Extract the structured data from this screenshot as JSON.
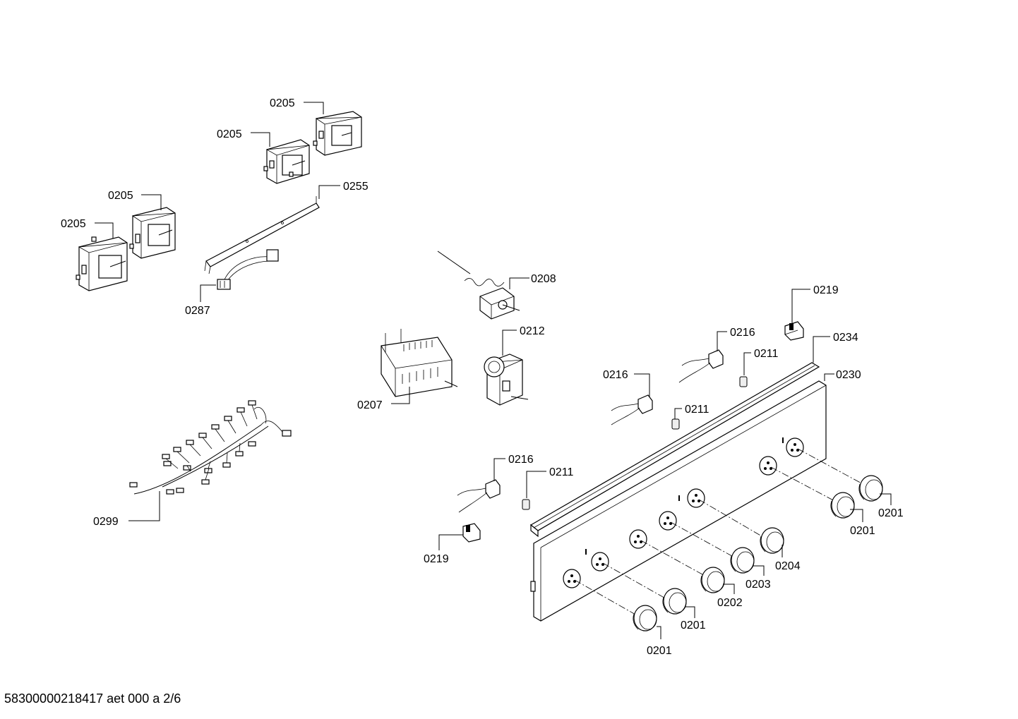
{
  "labels": {
    "l0205a": "0205",
    "l0205b": "0205",
    "l0205c": "0205",
    "l0205d": "0205",
    "l0255": "0255",
    "l0287": "0287",
    "l0208": "0208",
    "l0212": "0212",
    "l0207": "0207",
    "l0299": "0299",
    "l0219a": "0219",
    "l0234": "0234",
    "l0216a": "0216",
    "l0211a": "0211",
    "l0230": "0230",
    "l0216b": "0216",
    "l0211b": "0211",
    "l0216c": "0216",
    "l0211c": "0211",
    "l0219b": "0219",
    "l0201a": "0201",
    "l0201b": "0201",
    "l0204": "0204",
    "l0203": "0203",
    "l0202": "0202",
    "l0201c": "0201",
    "l0201d": "0201"
  },
  "footer": "58300000218417 aet 000 a 2/6"
}
